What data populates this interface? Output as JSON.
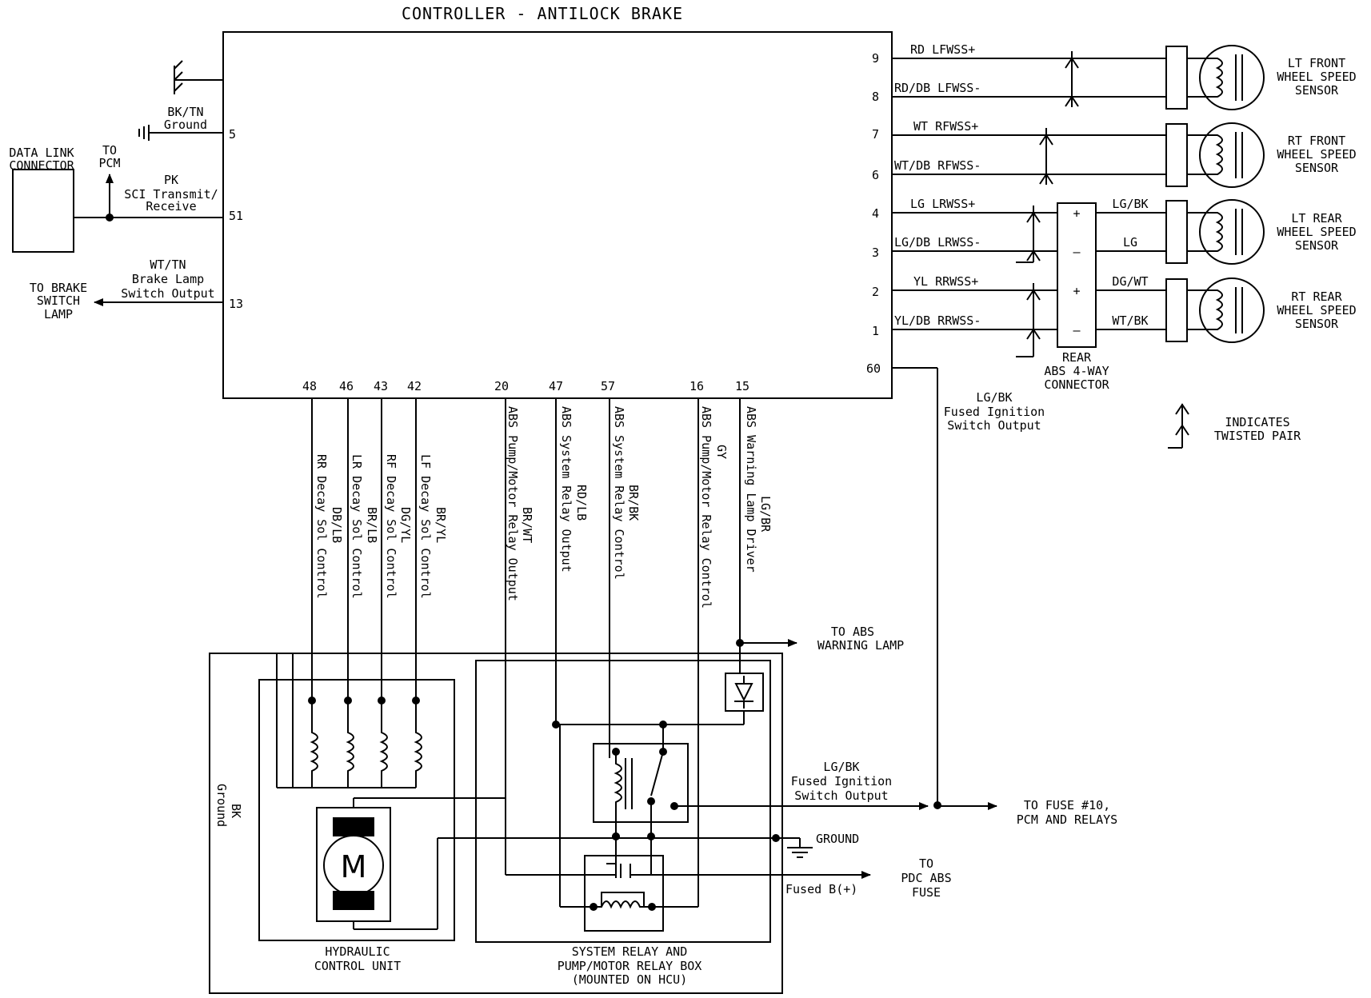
{
  "controller": {
    "title": "CONTROLLER - ANTILOCK BRAKE",
    "pins_left": [
      "5",
      "51",
      "13"
    ],
    "pins_right": [
      "9",
      "8",
      "7",
      "6",
      "4",
      "3",
      "2",
      "1",
      "60"
    ],
    "pins_bottom": [
      "48",
      "46",
      "43",
      "42",
      "20",
      "47",
      "57",
      "16",
      "15"
    ]
  },
  "left": {
    "ground_color": "BK/TN",
    "ground_label": "Ground",
    "dlc_line1": "DATA LINK",
    "dlc_line2": "CONNECTOR",
    "to_pcm_line1": "TO",
    "to_pcm_line2": "PCM",
    "sci_color": "PK",
    "sci_line1": "SCI Transmit/",
    "sci_line2": "Receive",
    "brake_color": "WT/TN",
    "brake_line1": "Brake Lamp",
    "brake_line2": "Switch Output",
    "to_brake_line1": "TO BRAKE",
    "to_brake_line2": "SWITCH",
    "to_brake_line3": "LAMP"
  },
  "sensors": {
    "wires": [
      "RD LFWSS+",
      "RD/DB LFWSS-",
      "WT RFWSS+",
      "WT/DB RFWSS-",
      "LG LRWSS+",
      "LG/DB LRWSS-",
      "YL RRWSS+",
      "YL/DB RRWSS-"
    ],
    "rear_wires": [
      "LG/BK",
      "LG",
      "DG/WT",
      "WT/BK"
    ],
    "lt_front": [
      "LT FRONT",
      "WHEEL SPEED",
      "SENSOR"
    ],
    "rt_front": [
      "RT FRONT",
      "WHEEL SPEED",
      "SENSOR"
    ],
    "lt_rear": [
      "LT REAR",
      "WHEEL SPEED",
      "SENSOR"
    ],
    "rt_rear": [
      "RT REAR",
      "WHEEL SPEED",
      "SENSOR"
    ],
    "connector_signs": [
      "+",
      "–",
      "+",
      "–"
    ],
    "connector_line1": "REAR",
    "connector_line2": "ABS 4-WAY",
    "connector_line3": "CONNECTOR",
    "legend_line1": "INDICATES",
    "legend_line2": "TWISTED PAIR"
  },
  "ignition": {
    "color": "LG/BK",
    "line1": "Fused Ignition",
    "line2": "Switch Output"
  },
  "bottom_wires": [
    {
      "color": "DB/LB",
      "label": "RR Decay Sol Control"
    },
    {
      "color": "BR/LB",
      "label": "LR Decay Sol Control"
    },
    {
      "color": "DG/YL",
      "label": "RF Decay Sol Control"
    },
    {
      "color": "BR/YL",
      "label": "LF Decay Sol Control"
    },
    {
      "color": "BR/WT",
      "label": "ABS Pump/Motor Relay Output"
    },
    {
      "color": "RD/LB",
      "label": "ABS System Relay Output"
    },
    {
      "color": "BR/BK",
      "label": "ABS System Relay Control"
    },
    {
      "color": "GY",
      "label": "ABS Pump/Motor Relay Control"
    },
    {
      "color": "LG/BR",
      "label": "ABS Warning Lamp Driver"
    }
  ],
  "lower": {
    "to_abs_line1": "TO ABS",
    "to_abs_line2": "WARNING LAMP",
    "bk_color": "BK",
    "bk_label": "Ground",
    "motor_label": "M",
    "hcu_line1": "HYDRAULIC",
    "hcu_line2": "CONTROL UNIT",
    "relay_box_line1": "SYSTEM RELAY AND",
    "relay_box_line2": "PUMP/MOTOR RELAY BOX",
    "relay_box_line3": "(MOUNTED ON HCU)",
    "ign_color": "LG/BK",
    "ign_line1": "Fused Ignition",
    "ign_line2": "Switch Output",
    "to_fuse_line1": "TO FUSE #10,",
    "to_fuse_line2": "PCM AND RELAYS",
    "ground_label": "GROUND",
    "fused_b": "Fused B(+)",
    "to_pdc_line1": "TO",
    "to_pdc_line2": "PDC ABS",
    "to_pdc_line3": "FUSE"
  }
}
